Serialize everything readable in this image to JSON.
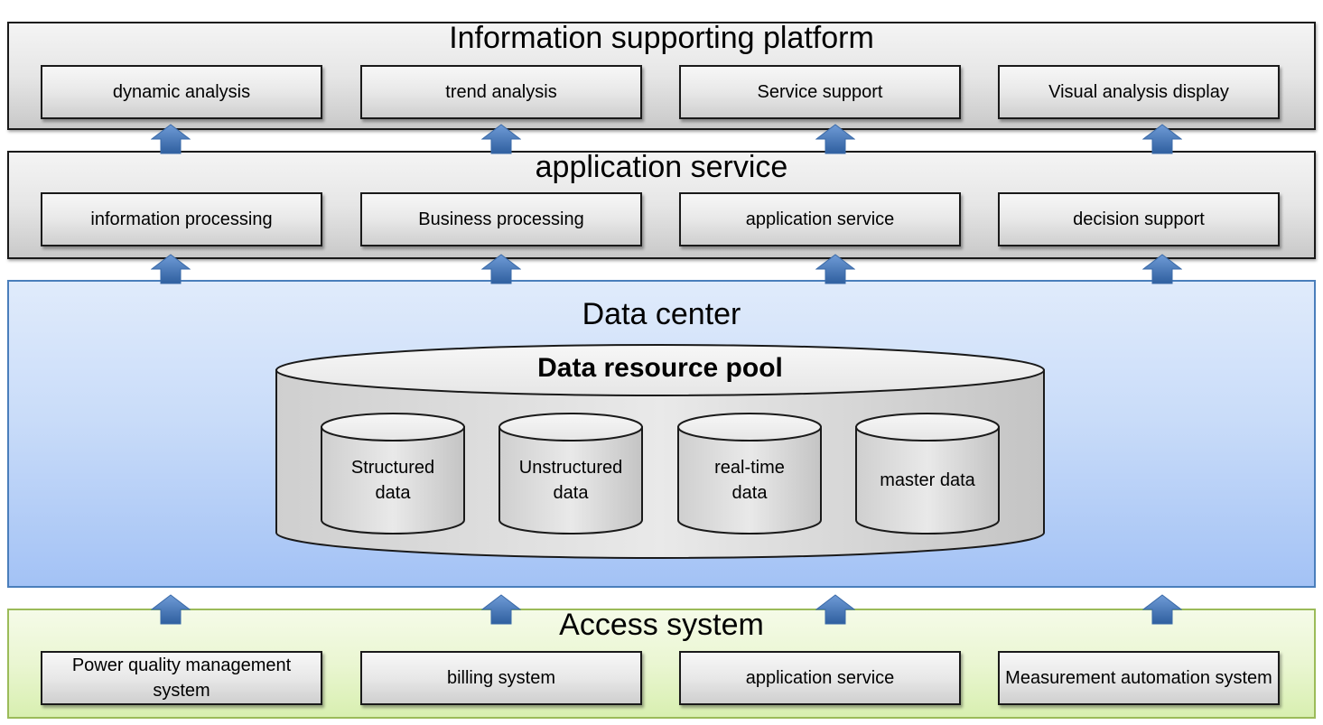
{
  "info_platform": {
    "title": "Information supporting platform",
    "items": [
      "dynamic analysis",
      "trend analysis",
      "Service support",
      "Visual analysis display"
    ]
  },
  "application_layer": {
    "title": "application service",
    "items": [
      "information processing",
      "Business processing",
      "application service",
      "decision support"
    ]
  },
  "data_center": {
    "title": "Data center",
    "pool_title": "Data resource pool",
    "stores": [
      {
        "line1": "Structured",
        "line2": "data"
      },
      {
        "line1": "Unstructured",
        "line2": "data"
      },
      {
        "line1": "real-time",
        "line2": "data"
      },
      {
        "line1": "master data",
        "line2": ""
      }
    ]
  },
  "access_system": {
    "title": "Access system",
    "items": [
      "Power quality management system",
      "billing system",
      "application service",
      "Measurement automation system"
    ]
  },
  "colors": {
    "arrow": "#4f81bd",
    "data_center_fill": "#c9dcf9",
    "access_fill": "#eaf6d2",
    "layer_fill": "#e6e6e6"
  }
}
